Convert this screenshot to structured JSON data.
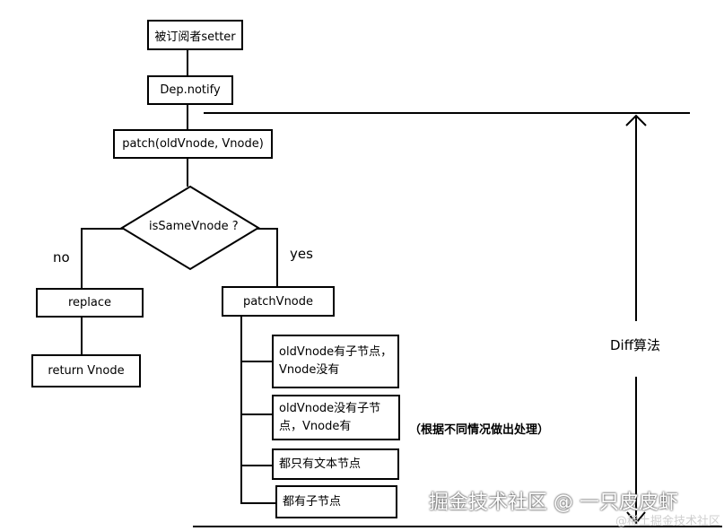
{
  "nodes": {
    "setter": "被订阅者setter",
    "notify": "Dep.notify",
    "patch": "patch(oldVnode, Vnode)",
    "decision": "isSameVnode ?",
    "replace": "replace",
    "return_vnode": "return Vnode",
    "patch_vnode": "patchVnode",
    "case1_line1": "oldVnode有子节点，",
    "case1_line2": "Vnode没有",
    "case2_line1": "oldVnode没有子节",
    "case2_line2": "点，Vnode有",
    "case3": "都只有文本节点",
    "case4": "都有子节点"
  },
  "labels": {
    "no": "no",
    "yes": "yes",
    "diff": "Diff算法",
    "note": "（根据不同情况做出处理）"
  },
  "watermark": {
    "main": "掘金技术社区 @ 一只皮皮虾",
    "sub": "@稀土掘金技术社区"
  }
}
